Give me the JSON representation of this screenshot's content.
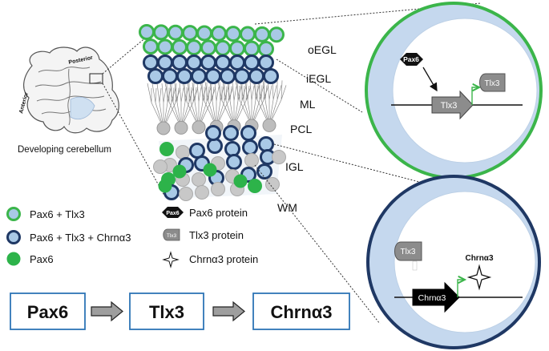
{
  "cerebellum": {
    "caption": "Developing cerebellum",
    "anterior": "Anterior",
    "posterior": "Posterior"
  },
  "layers": {
    "oegl": "oEGL",
    "iegl": "iEGL",
    "ml": "ML",
    "pcl": "PCL",
    "igl": "IGL",
    "wm": "WM"
  },
  "legend": {
    "items": [
      {
        "label": "Pax6 + Tlx3",
        "fill": "#a9c9e6",
        "stroke": "#3bb54a"
      },
      {
        "label": "Pax6 + Tlx3 + Chrnα3",
        "fill": "#a9c9e6",
        "stroke": "#1f3864"
      },
      {
        "label": "Pax6",
        "fill": "#2db34a",
        "stroke": "#2db34a"
      }
    ],
    "proteins": [
      {
        "label": "Pax6 protein",
        "icon": "Pax6"
      },
      {
        "label": "Tlx3 protein",
        "icon": "Tlx3"
      },
      {
        "label": "Chrnα3 protein"
      }
    ]
  },
  "pathway": {
    "steps": [
      "Pax6",
      "Tlx3",
      "Chrnα3"
    ]
  },
  "top_cell": {
    "protein": "Pax6",
    "gene": "Tlx3",
    "product": "Tlx3",
    "ring_color": "#3bb54a"
  },
  "bottom_cell": {
    "protein": "Tlx3",
    "gene": "Chrnα3",
    "product": "Chrnα3",
    "ring_color": "#1f3864"
  },
  "colors": {
    "cell_fill": "#a9c9e6",
    "green_ring": "#3bb54a",
    "navy_ring": "#1f3864",
    "green_cell": "#2db34a",
    "grey_cell": "#c8c8c8",
    "box_border": "#2e75b6",
    "nucleus": "#ffffff",
    "cytoplasm": "#c5d8ee"
  }
}
